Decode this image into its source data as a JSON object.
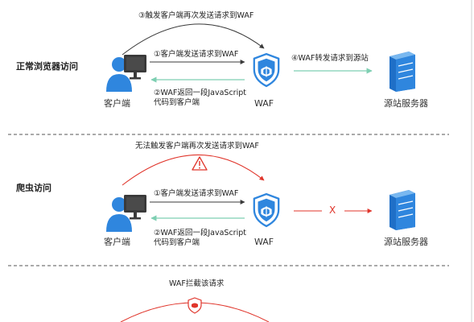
{
  "colors": {
    "blue": "#2f86de",
    "dark": "#3a3a3a",
    "green": "#7ecfb2",
    "red": "#e0352b",
    "divider": "#555555"
  },
  "icons": [
    "user-icon",
    "monitor-icon",
    "waf-shield-icon",
    "server-icon",
    "warning-icon"
  ],
  "section1": {
    "title": "正常浏览器访问",
    "top_label": "③触发客户端再次发送请求到WAF",
    "req_label": "①客户端发送请求到WAF",
    "resp_label_1": "②WAF返回一段JavaScript",
    "resp_label_2": "代码到客户端",
    "forward_label": "④WAF转发请求到源站",
    "client": "客户端",
    "waf": "WAF",
    "server": "源站服务器"
  },
  "section2": {
    "title": "爬虫访问",
    "top_label": "无法触发客户端再次发送请求到WAF",
    "req_label": "①客户端发送请求到WAF",
    "resp_label_1": "②WAF返回一段JavaScript",
    "resp_label_2": "代码到客户端",
    "block_mark": "X",
    "client": "客户端",
    "waf": "WAF",
    "server": "源站服务器"
  },
  "section3": {
    "top_label": "WAF拦截该请求"
  }
}
